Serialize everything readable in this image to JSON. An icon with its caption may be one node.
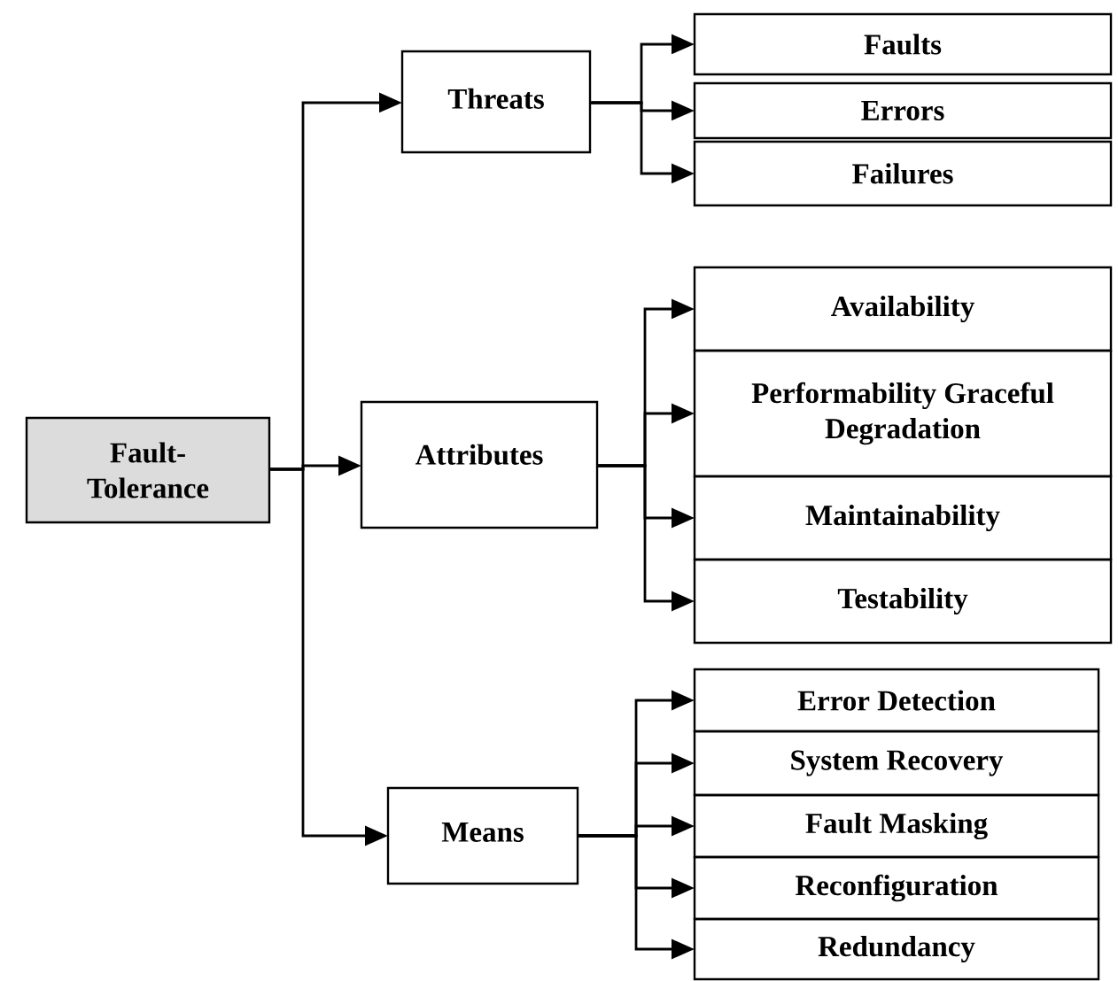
{
  "diagram": {
    "nodes": [
      {
        "text": [
          "Fault- Tolerance"
        ]
      },
      {
        "text": [
          "Threats"
        ]
      },
      {
        "text": [
          "Attributes"
        ]
      },
      {
        "text": [
          "Means"
        ]
      },
      {
        "text": [
          "Faults"
        ]
      },
      {
        "text": [
          "Errors"
        ]
      },
      {
        "text": [
          "Failures"
        ]
      },
      {
        "text": [
          "Availability"
        ]
      },
      {
        "text": [
          "Performability Graceful Degradation"
        ]
      },
      {
        "text": [
          "Maintainability"
        ]
      },
      {
        "text": [
          "Testability"
        ]
      },
      {
        "text": [
          "Error Detection"
        ]
      },
      {
        "text": [
          "System Recovery"
        ]
      },
      {
        "text": [
          "Fault Masking"
        ]
      },
      {
        "text": [
          "Reconfiguration"
        ]
      },
      {
        "text": [
          "Redundancy"
        ]
      }
    ],
    "edges": [
      {
        "from": 0,
        "to": 1,
        "arrow": "to"
      },
      {
        "from": 0,
        "to": 2,
        "arrow": "to"
      },
      {
        "from": 0,
        "to": 3,
        "arrow": "to"
      },
      {
        "from": 1,
        "to": 4,
        "arrow": "to"
      },
      {
        "from": 1,
        "to": 5,
        "arrow": "to"
      },
      {
        "from": 1,
        "to": 6,
        "arrow": "to"
      },
      {
        "from": 2,
        "to": 7,
        "arrow": "to"
      },
      {
        "from": 2,
        "to": 8,
        "arrow": "to"
      },
      {
        "from": 2,
        "to": 9,
        "arrow": "to"
      },
      {
        "from": 2,
        "to": 10,
        "arrow": "to"
      },
      {
        "from": 3,
        "to": 11,
        "arrow": "to"
      },
      {
        "from": 3,
        "to": 12,
        "arrow": "to"
      },
      {
        "from": 3,
        "to": 13,
        "arrow": "to"
      },
      {
        "from": 3,
        "to": 14,
        "arrow": "to"
      },
      {
        "from": 3,
        "to": 15,
        "arrow": "to"
      }
    ]
  }
}
